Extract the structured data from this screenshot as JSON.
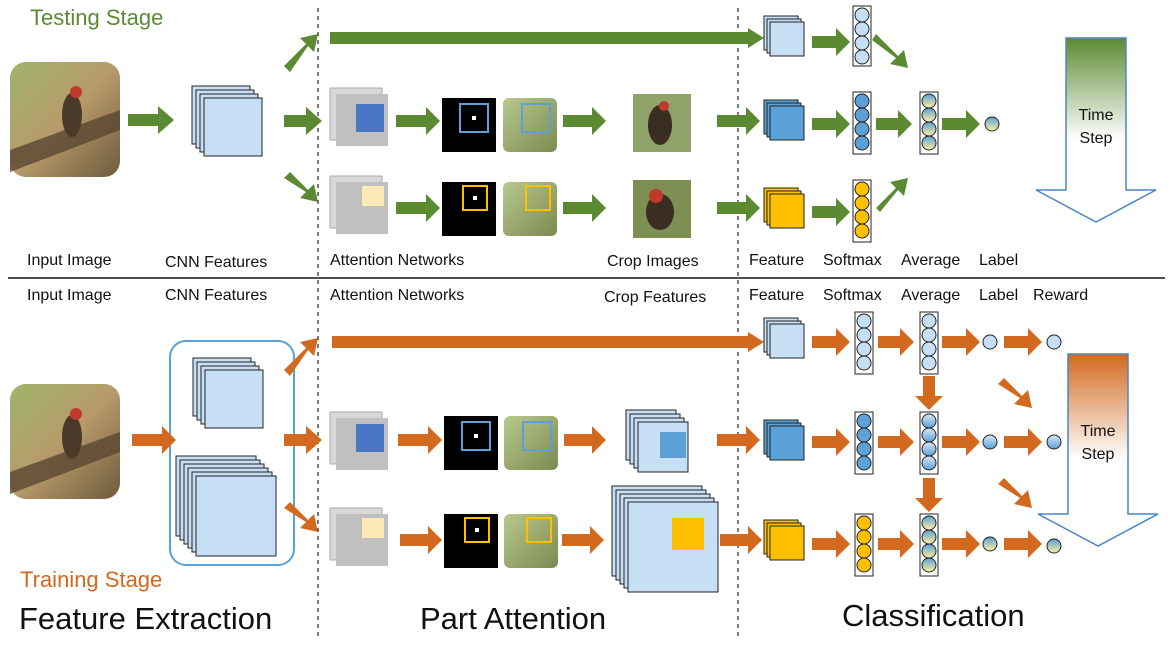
{
  "testing": {
    "stage_label": "Testing Stage",
    "stage_color": "#5b8a32",
    "columns": {
      "input": "Input Image",
      "cnn": "CNN Features",
      "attention": "Attention Networks",
      "crop": "Crop Images",
      "feature": "Feature",
      "softmax": "Softmax",
      "average": "Average",
      "label": "Label"
    },
    "time_step": [
      "Time",
      "Step"
    ]
  },
  "training": {
    "stage_label": "Training Stage",
    "stage_color": "#d2691e",
    "columns": {
      "input": "Input Image",
      "cnn": "CNN Features",
      "attention": "Attention Networks",
      "crop": "Crop Features",
      "feature": "Feature",
      "softmax": "Softmax",
      "average": "Average",
      "label": "Label",
      "reward": "Reward"
    },
    "time_step": [
      "Time",
      "Step"
    ]
  },
  "sections": {
    "feature_extraction": "Feature Extraction",
    "part_attention": "Part Attention",
    "classification": "Classification"
  },
  "colors": {
    "green_arrow": "#5b8a32",
    "orange_arrow": "#d2691e",
    "light_blue": "#c6dff5",
    "mid_blue": "#5ba0d6",
    "deep_blue": "#4a76c4",
    "yellow": "#ffc000",
    "light_yellow": "#fdebb5",
    "gray": "#c0c0c0"
  }
}
